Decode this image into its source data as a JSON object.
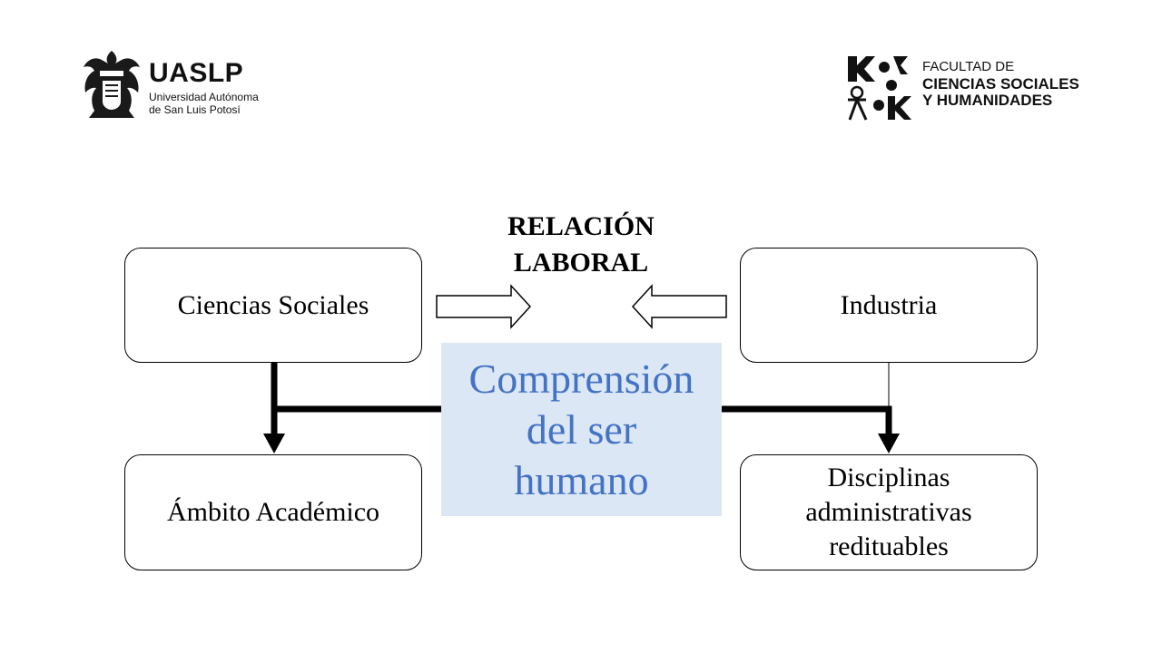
{
  "header": {
    "left_logo": {
      "acronym": "UASLP",
      "name_line1": "Universidad Autónoma",
      "name_line2": "de San Luis Potosí"
    },
    "right_logo": {
      "line1": "FACULTAD DE",
      "line2": "CIENCIAS SOCIALES",
      "line3": "Y HUMANIDADES"
    }
  },
  "diagram": {
    "title_line1": "RELACIÓN",
    "title_line2": "LABORAL",
    "top_left": "Ciencias Sociales",
    "top_right": "Industria",
    "bottom_left": "Ámbito Académico",
    "bottom_right_line1": "Disciplinas",
    "bottom_right_line2": "administrativas",
    "bottom_right_line3": "redituables",
    "center_line1": "Comprensión",
    "center_line2": "del ser",
    "center_line3": "humano"
  },
  "colors": {
    "center_fill": "#dbe7f5",
    "center_text": "#4472c4",
    "stroke": "#000000"
  }
}
